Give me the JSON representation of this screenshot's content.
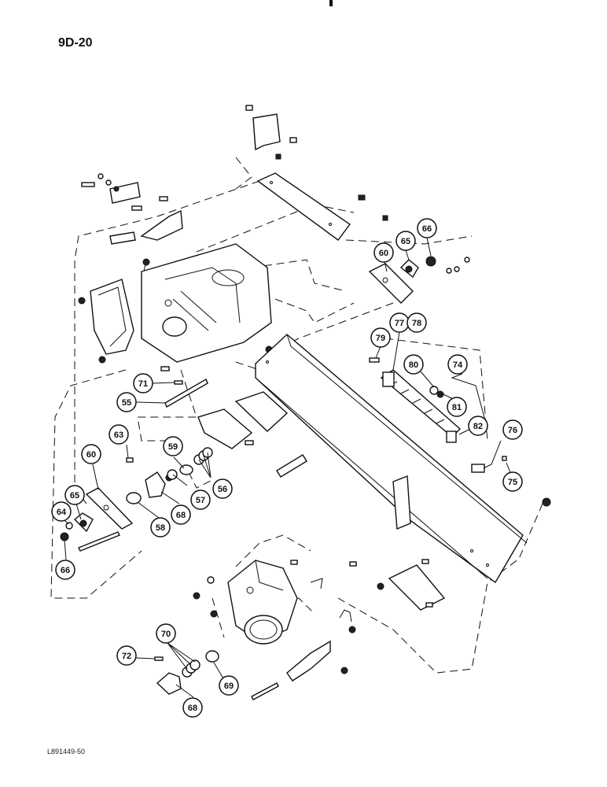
{
  "page": {
    "number": "9D-20",
    "footer_code": "L891449-50"
  },
  "callouts": [
    {
      "name": "callout-60-top",
      "label": "60"
    },
    {
      "name": "callout-65-top",
      "label": "65"
    },
    {
      "name": "callout-66-top",
      "label": "66"
    },
    {
      "name": "callout-79",
      "label": "79"
    },
    {
      "name": "callout-77",
      "label": "77"
    },
    {
      "name": "callout-78",
      "label": "78"
    },
    {
      "name": "callout-74",
      "label": "74"
    },
    {
      "name": "callout-80",
      "label": "80"
    },
    {
      "name": "callout-81",
      "label": "81"
    },
    {
      "name": "callout-82",
      "label": "82"
    },
    {
      "name": "callout-76",
      "label": "76"
    },
    {
      "name": "callout-75",
      "label": "75"
    },
    {
      "name": "callout-71",
      "label": "71"
    },
    {
      "name": "callout-55",
      "label": "55"
    },
    {
      "name": "callout-63",
      "label": "63"
    },
    {
      "name": "callout-59",
      "label": "59"
    },
    {
      "name": "callout-56",
      "label": "56"
    },
    {
      "name": "callout-57",
      "label": "57"
    },
    {
      "name": "callout-68-mid",
      "label": "68"
    },
    {
      "name": "callout-58",
      "label": "58"
    },
    {
      "name": "callout-60-left",
      "label": "60"
    },
    {
      "name": "callout-65-left",
      "label": "65"
    },
    {
      "name": "callout-64",
      "label": "64"
    },
    {
      "name": "callout-66-left",
      "label": "66"
    },
    {
      "name": "callout-70",
      "label": "70"
    },
    {
      "name": "callout-72",
      "label": "72"
    },
    {
      "name": "callout-69",
      "label": "69"
    },
    {
      "name": "callout-68-bottom",
      "label": "68"
    }
  ]
}
